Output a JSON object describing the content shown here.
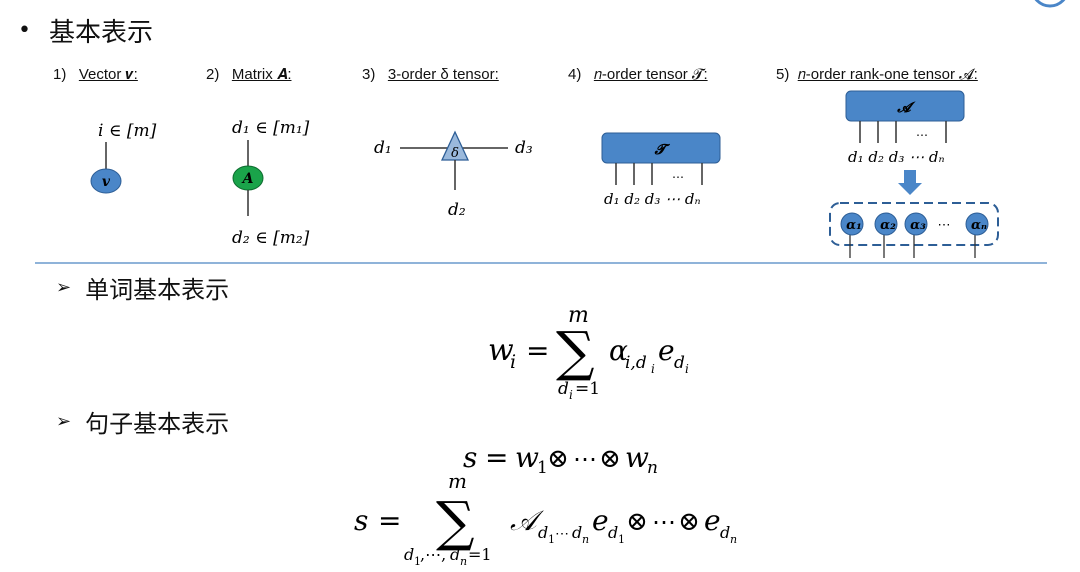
{
  "title": "基本表示",
  "items": [
    {
      "num": "1)",
      "label": "Vector 𝒗:"
    },
    {
      "num": "2)",
      "label": "Matrix 𝑨:"
    },
    {
      "num": "3)",
      "label": "3-order δ tensor:"
    },
    {
      "num": "4)",
      "label": "𝑛-order tensor 𝓣:"
    },
    {
      "num": "5)",
      "label": "𝑛-order rank-one tensor 𝓐:"
    }
  ],
  "diagram": {
    "vector": {
      "node": "𝒗",
      "top": "i ∈ [m]"
    },
    "matrix": {
      "node": "𝑨",
      "top": "d₁ ∈ [m₁]",
      "bottom": "d₂ ∈ [m₂]"
    },
    "delta": {
      "node": "δ",
      "left": "d₁",
      "right": "d₃",
      "bottom": "d₂"
    },
    "ntensor": {
      "node": "𝓣",
      "legs": "d₁ d₂ d₃ ⋯ dₙ",
      "dots": "…"
    },
    "rankone": {
      "node": "𝓐",
      "legs": "d₁ d₂ d₃ ⋯ dₙ",
      "dots": "…",
      "factors": [
        "𝜶₁",
        "𝜶₂",
        "𝜶₃",
        "𝜶ₙ"
      ],
      "between": "⋯"
    }
  },
  "sections": {
    "word": {
      "title": "单词基本表示"
    },
    "sentence": {
      "title": "句子基本表示"
    }
  },
  "colors": {
    "node_blue": "#4a86c8",
    "node_green": "#1aa34a",
    "rule": "#8fb3d9",
    "arrow": "#4a86c8"
  }
}
